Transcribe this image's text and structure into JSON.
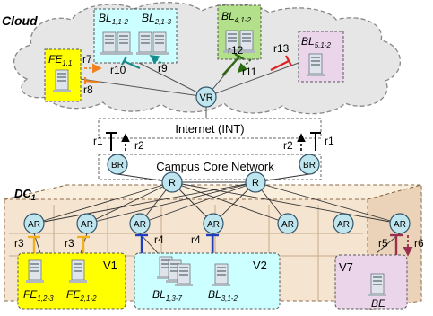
{
  "colors": {
    "cloud_fill": "#e6e6e6",
    "fe_box": "#ffff00",
    "bl_box": "#ccffff",
    "bl4_box": "#b3e08a",
    "bl5_box": "#ead5ea",
    "node_fill": "#bfe6ef",
    "r7_arrow": "#f08020",
    "r8_arrow": "#f08020",
    "r9_arrow": "#1a8a8a",
    "r10_arrow": "#1a8a8a",
    "r11_arrow": "#2a6a10",
    "r12_arrow": "#2a6a10",
    "r13_arrow": "#e02020",
    "r3_arrow": "#f0b020",
    "r4_arrow": "#1f3fbf",
    "r5_arrow": "#9a3050",
    "r6_arrow": "#9a3050",
    "v1_box": "#ffff00",
    "v2_box": "#ccffff",
    "v7_box": "#ead5ea"
  },
  "cloud": {
    "title": "Cloud",
    "vr": "VR",
    "fe": {
      "base": "FE",
      "sub": "1,1"
    },
    "bl1": {
      "base": "BL",
      "sub": "1,1-2"
    },
    "bl2": {
      "base": "BL",
      "sub": "2,1-3"
    },
    "bl4": {
      "base": "BL",
      "sub": "4,1-2"
    },
    "bl5": {
      "base": "BL",
      "sub": "5,1-2"
    },
    "rules": {
      "r7": "r7",
      "r8": "r8",
      "r9": "r9",
      "r10": "r10",
      "r11": "r11",
      "r12": "r12",
      "r13": "r13"
    }
  },
  "internet": {
    "label": "Internet (INT)",
    "r1_left": "r1",
    "r2_left": "r2",
    "r1_right": "r1",
    "r2_right": "r2"
  },
  "campus": {
    "label": "Campus Core Network",
    "br_left": "BR",
    "br_right": "BR",
    "r_left": "R",
    "r_right": "R"
  },
  "dc": {
    "title": "DC",
    "title_sub": "1",
    "ar_label": "AR",
    "rules": {
      "r3a": "r3",
      "r3b": "r3",
      "r4a": "r4",
      "r4b": "r4",
      "r5": "r5",
      "r6": "r6"
    },
    "v1": {
      "label": "V1",
      "fe_a_base": "FE",
      "fe_a_sub": "1,2-3",
      "fe_b_base": "FE",
      "fe_b_sub": "2,1-2"
    },
    "v2": {
      "label": "V2",
      "bl_a_base": "BL",
      "bl_a_sub": "1,3-7",
      "bl_b_base": "BL",
      "bl_b_sub": "3,1-2"
    },
    "v7": {
      "label": "V7",
      "be": "BE"
    }
  }
}
